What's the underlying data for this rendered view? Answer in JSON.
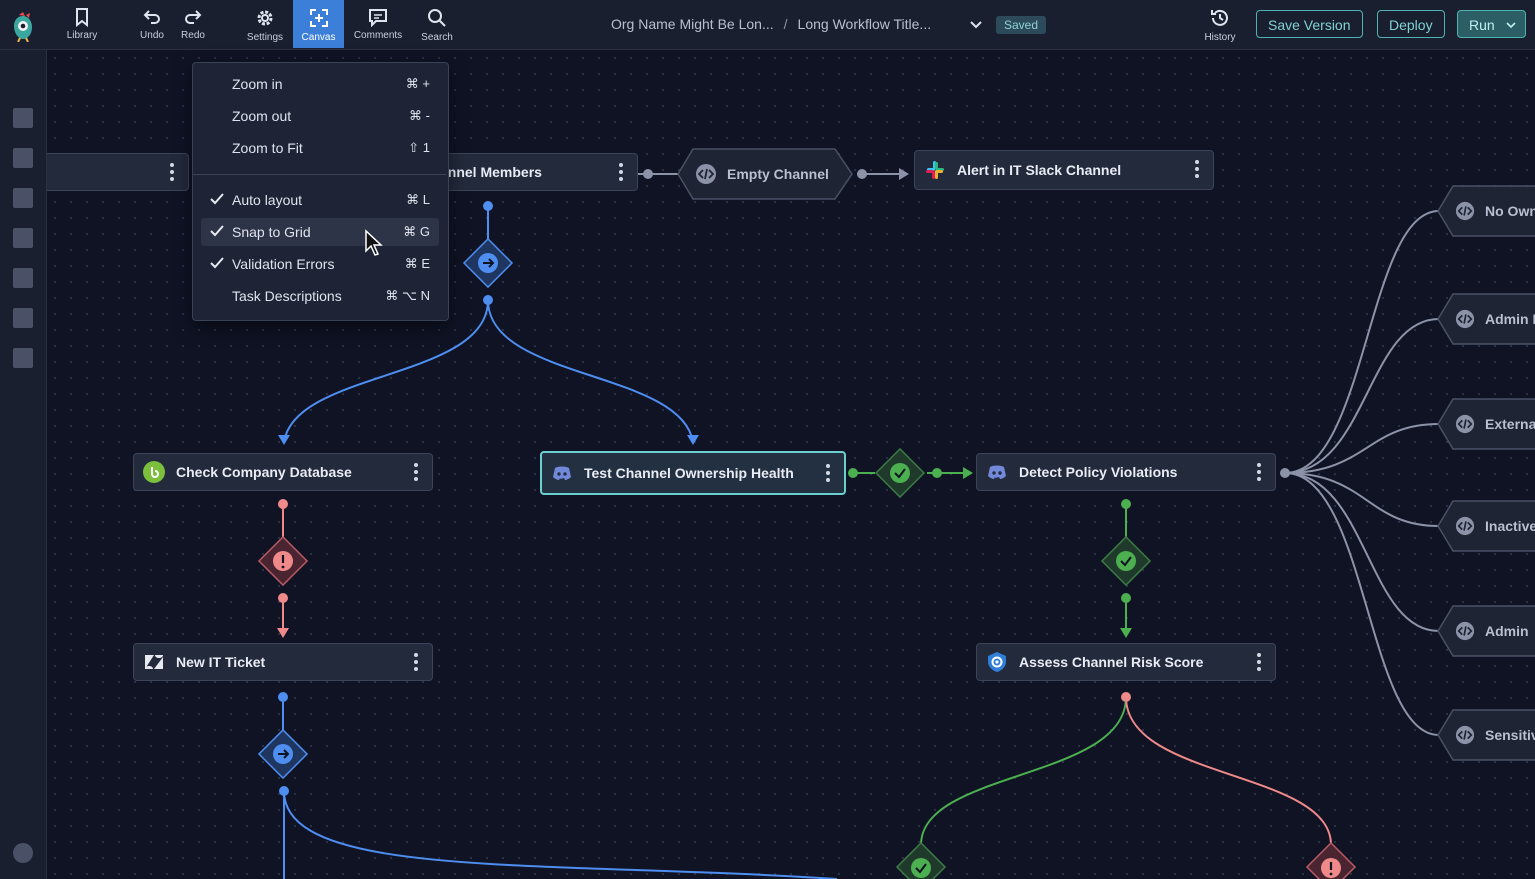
{
  "toolbar": {
    "library": "Library",
    "undo": "Undo",
    "redo": "Redo",
    "settings": "Settings",
    "canvas": "Canvas",
    "comments": "Comments",
    "search": "Search",
    "history": "History"
  },
  "breadcrumb": {
    "org": "Org Name Might Be Lon...",
    "separator": "/",
    "workflow": "Long Workflow Title..."
  },
  "status": "Saved",
  "actions": {
    "save_version": "Save Version",
    "deploy": "Deploy",
    "run": "Run"
  },
  "canvas_menu": {
    "items": [
      {
        "label": "Zoom in",
        "shortcut": "⌘ +",
        "checked": false
      },
      {
        "label": "Zoom out",
        "shortcut": "⌘ -",
        "checked": false
      },
      {
        "label": "Zoom to Fit",
        "shortcut": "⇧ 1",
        "checked": false
      },
      {
        "label": "Auto layout",
        "shortcut": "⌘ L",
        "checked": true
      },
      {
        "label": "Snap to Grid",
        "shortcut": "⌘ G",
        "checked": true
      },
      {
        "label": "Validation Errors",
        "shortcut": "⌘ E",
        "checked": true
      },
      {
        "label": "Task Descriptions",
        "shortcut": "⌘ ⌥ N",
        "checked": false
      }
    ]
  },
  "nodes": {
    "channel_members": "annel Members",
    "empty_channel": "Empty Channel",
    "alert_slack": "Alert in IT Slack Channel",
    "check_db": "Check Company Database",
    "test_ownership": "Test Channel Ownership Health",
    "detect_policy": "Detect Policy Violations",
    "new_ticket": "New IT Ticket",
    "assess_risk": "Assess Channel Risk Score"
  },
  "branches": [
    "No Own",
    "Admin I",
    "Externa",
    "Inactive",
    "Admin",
    "Sensitiv"
  ],
  "colors": {
    "accent": "#3b7fd8",
    "teal": "#4fb3b3",
    "success": "#4caf50",
    "error": "#f08a8a",
    "flow": "#4e8ef0"
  }
}
